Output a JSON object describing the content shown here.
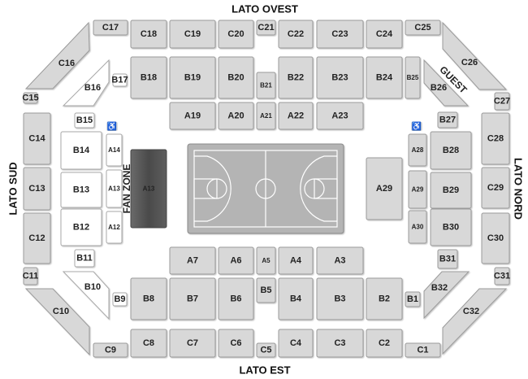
{
  "sides": {
    "top": "LATO OVEST",
    "bottom": "LATO EST",
    "left": "LATO SUD",
    "right": "LATO NORD"
  },
  "fan_zone": {
    "label": "FAN ZONE",
    "section": "A13"
  },
  "guest_label": "GUEST",
  "icons": [
    "wheelchair-icon",
    "wheelchair-icon"
  ],
  "colors": {
    "section": "#d8d8d8",
    "section_white": "#ffffff",
    "fan_zone": "#555555",
    "court": "#b4b4b4"
  },
  "sections": [
    {
      "label": "C17"
    },
    {
      "label": "C18"
    },
    {
      "label": "C19"
    },
    {
      "label": "C20"
    },
    {
      "label": "C21"
    },
    {
      "label": "C22"
    },
    {
      "label": "C23"
    },
    {
      "label": "C24"
    },
    {
      "label": "C25"
    },
    {
      "label": "B18"
    },
    {
      "label": "B19"
    },
    {
      "label": "B20"
    },
    {
      "label": "B21"
    },
    {
      "label": "B22"
    },
    {
      "label": "B23"
    },
    {
      "label": "B24"
    },
    {
      "label": "B25"
    },
    {
      "label": "A19"
    },
    {
      "label": "A20"
    },
    {
      "label": "A21"
    },
    {
      "label": "A22"
    },
    {
      "label": "A23"
    },
    {
      "label": "C16"
    },
    {
      "label": "B16",
      "style": "white"
    },
    {
      "label": "B17",
      "style": "white"
    },
    {
      "label": "B15",
      "style": "white"
    },
    {
      "label": "C15"
    },
    {
      "label": "C14"
    },
    {
      "label": "C13"
    },
    {
      "label": "C12"
    },
    {
      "label": "C11"
    },
    {
      "label": "B14",
      "style": "white"
    },
    {
      "label": "B13",
      "style": "white"
    },
    {
      "label": "B12",
      "style": "white"
    },
    {
      "label": "A14",
      "style": "white"
    },
    {
      "label": "A13",
      "style": "white"
    },
    {
      "label": "A12",
      "style": "white"
    },
    {
      "label": "A29"
    },
    {
      "label": "A28"
    },
    {
      "label": "A29"
    },
    {
      "label": "A30"
    },
    {
      "label": "B28"
    },
    {
      "label": "B29"
    },
    {
      "label": "B30"
    },
    {
      "label": "B27"
    },
    {
      "label": "B26"
    },
    {
      "label": "C27"
    },
    {
      "label": "C28"
    },
    {
      "label": "C29"
    },
    {
      "label": "C30"
    },
    {
      "label": "C31"
    },
    {
      "label": "C26"
    },
    {
      "label": "A7"
    },
    {
      "label": "A6"
    },
    {
      "label": "A5"
    },
    {
      "label": "A4"
    },
    {
      "label": "A3"
    },
    {
      "label": "B8"
    },
    {
      "label": "B7"
    },
    {
      "label": "B6"
    },
    {
      "label": "B5"
    },
    {
      "label": "B4"
    },
    {
      "label": "B3"
    },
    {
      "label": "B2"
    },
    {
      "label": "B1"
    },
    {
      "label": "B9",
      "style": "white"
    },
    {
      "label": "B10",
      "style": "white"
    },
    {
      "label": "B11",
      "style": "white"
    },
    {
      "label": "C10"
    },
    {
      "label": "C9"
    },
    {
      "label": "C8"
    },
    {
      "label": "C7"
    },
    {
      "label": "C6"
    },
    {
      "label": "C5"
    },
    {
      "label": "C4"
    },
    {
      "label": "C3"
    },
    {
      "label": "C2"
    },
    {
      "label": "C1"
    },
    {
      "label": "C32"
    },
    {
      "label": "B32"
    },
    {
      "label": "B31"
    }
  ]
}
